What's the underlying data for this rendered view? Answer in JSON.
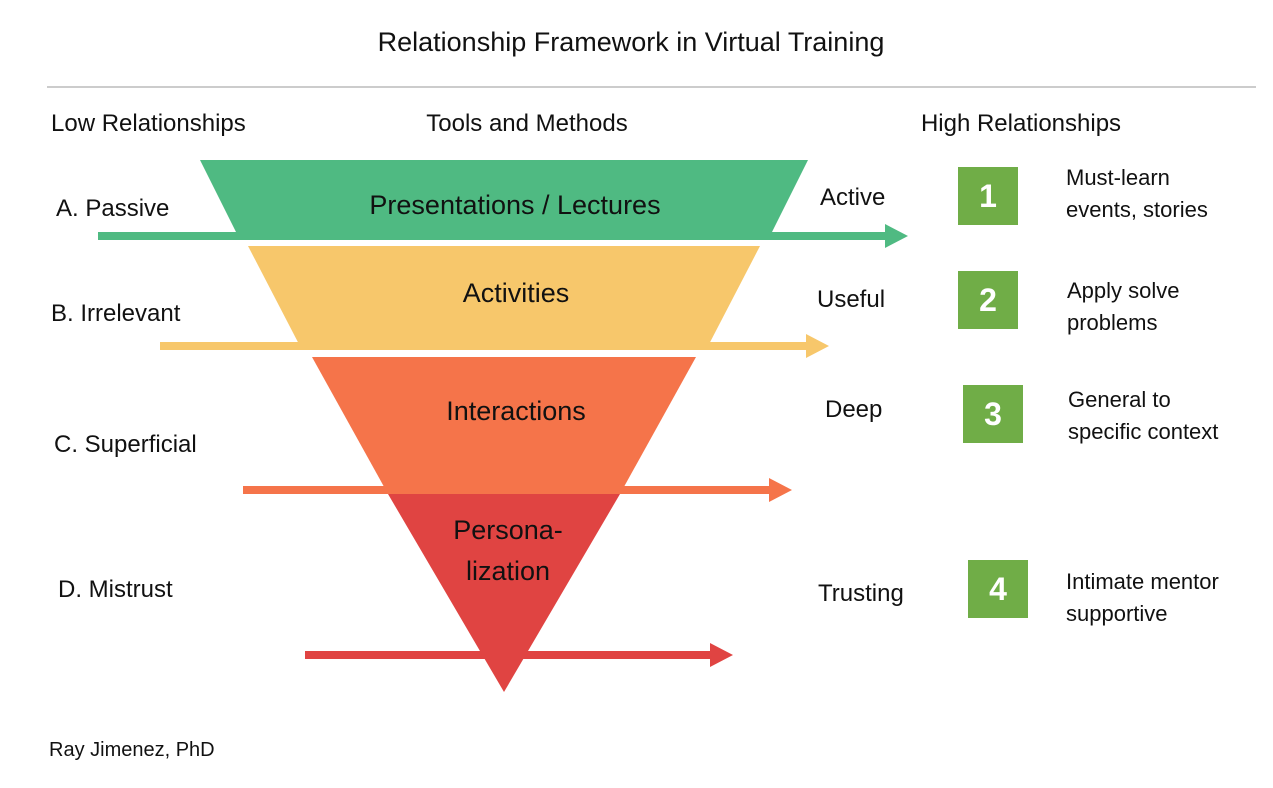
{
  "title": "Relationship Framework in Virtual Training",
  "headers": {
    "low": "Low Relationships",
    "tools": "Tools and Methods",
    "high": "High Relationships"
  },
  "colors": {
    "green": "#4FBA82",
    "yellow": "#F7C76B",
    "orange": "#F5744A",
    "red": "#E04442",
    "badge": "#70AD47"
  },
  "levels": [
    {
      "low": "A. Passive",
      "tool": "Presentations / Lectures",
      "high": "Active",
      "number": "1",
      "desc1": "Must-learn",
      "desc2": "events, stories"
    },
    {
      "low": "B. Irrelevant",
      "tool": "Activities",
      "high": "Useful",
      "number": "2",
      "desc1": "Apply solve",
      "desc2": "problems"
    },
    {
      "low": "C. Superficial",
      "tool": "Interactions",
      "high": "Deep",
      "number": "3",
      "desc1": "General to",
      "desc2": "specific context"
    },
    {
      "low": "D. Mistrust",
      "tool1": "Persona-",
      "tool2": "lization",
      "high": "Trusting",
      "number": "4",
      "desc1": "Intimate mentor",
      "desc2": "supportive"
    }
  ],
  "author": "Ray Jimenez, PhD"
}
